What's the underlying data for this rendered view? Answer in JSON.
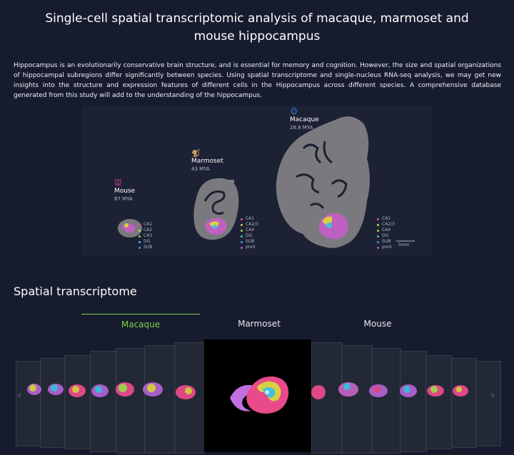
{
  "header": {
    "title": "Single-cell spatial transcriptomic analysis of macaque, marmoset and mouse hippocampus"
  },
  "intro": {
    "text": "Hippocampus is an evolutionarily conservative brain structure, and is essential for memory and cognition. However, the size and spatial organizations of hippocampal subregions differ significantly between species. Using spatial transcriptome and single-nucleus RNA-seq analysis, we may get new insights into the structure and expression features of different cells in the Hippocampus across different species. A comprehensive database generated from this study will add to the understanding of the hippocampus."
  },
  "figure": {
    "species": [
      {
        "name": "Mouse",
        "mya": "87 MYA",
        "icon": "mouse-icon",
        "color": "#e040a0",
        "legend": [
          "CA1",
          "CA2",
          "CA3",
          "DG",
          "SUB"
        ]
      },
      {
        "name": "Marmoset",
        "mya": "43 MYA",
        "icon": "marmoset-icon",
        "color": "#f0b020",
        "legend": [
          "CA1",
          "CA2/3",
          "CA4",
          "DG",
          "SUB",
          "preS"
        ]
      },
      {
        "name": "Macaque",
        "mya": "28.8 MYA",
        "icon": "macaque-icon",
        "color": "#3070c0",
        "legend": [
          "CA1",
          "CA2/3",
          "CA4",
          "DG",
          "SUB",
          "preS"
        ]
      }
    ],
    "legend_colors": [
      "#e84a8a",
      "#d8cc40",
      "#a0d850",
      "#40c0e0",
      "#5090e8",
      "#b060d0"
    ],
    "scale_label": "5mm"
  },
  "section": {
    "title": "Spatial transcriptome"
  },
  "tabs": [
    {
      "label": "Macaque",
      "active": true
    },
    {
      "label": "Marmoset",
      "active": false
    },
    {
      "label": "Mouse",
      "active": false
    }
  ],
  "carousel": {
    "prev_icon": "chevron-left-icon",
    "next_icon": "chevron-right-icon",
    "prev_glyph": "‹",
    "next_glyph": "›"
  }
}
